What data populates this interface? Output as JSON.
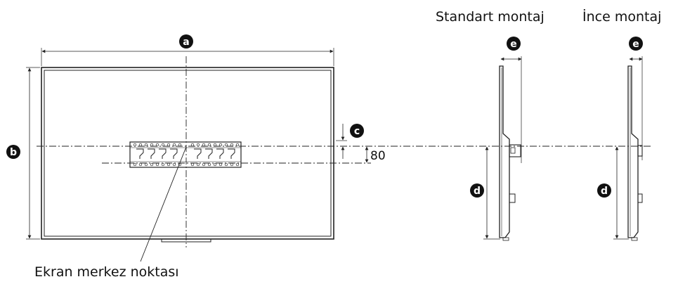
{
  "labels": {
    "standard_mount": "Standart montaj",
    "slim_mount": "İnce montaj",
    "center_point": "Ekran merkez noktası",
    "spacing_80": "80"
  },
  "markers": {
    "a": "a",
    "b": "b",
    "c": "c",
    "d": "d",
    "e": "e"
  }
}
